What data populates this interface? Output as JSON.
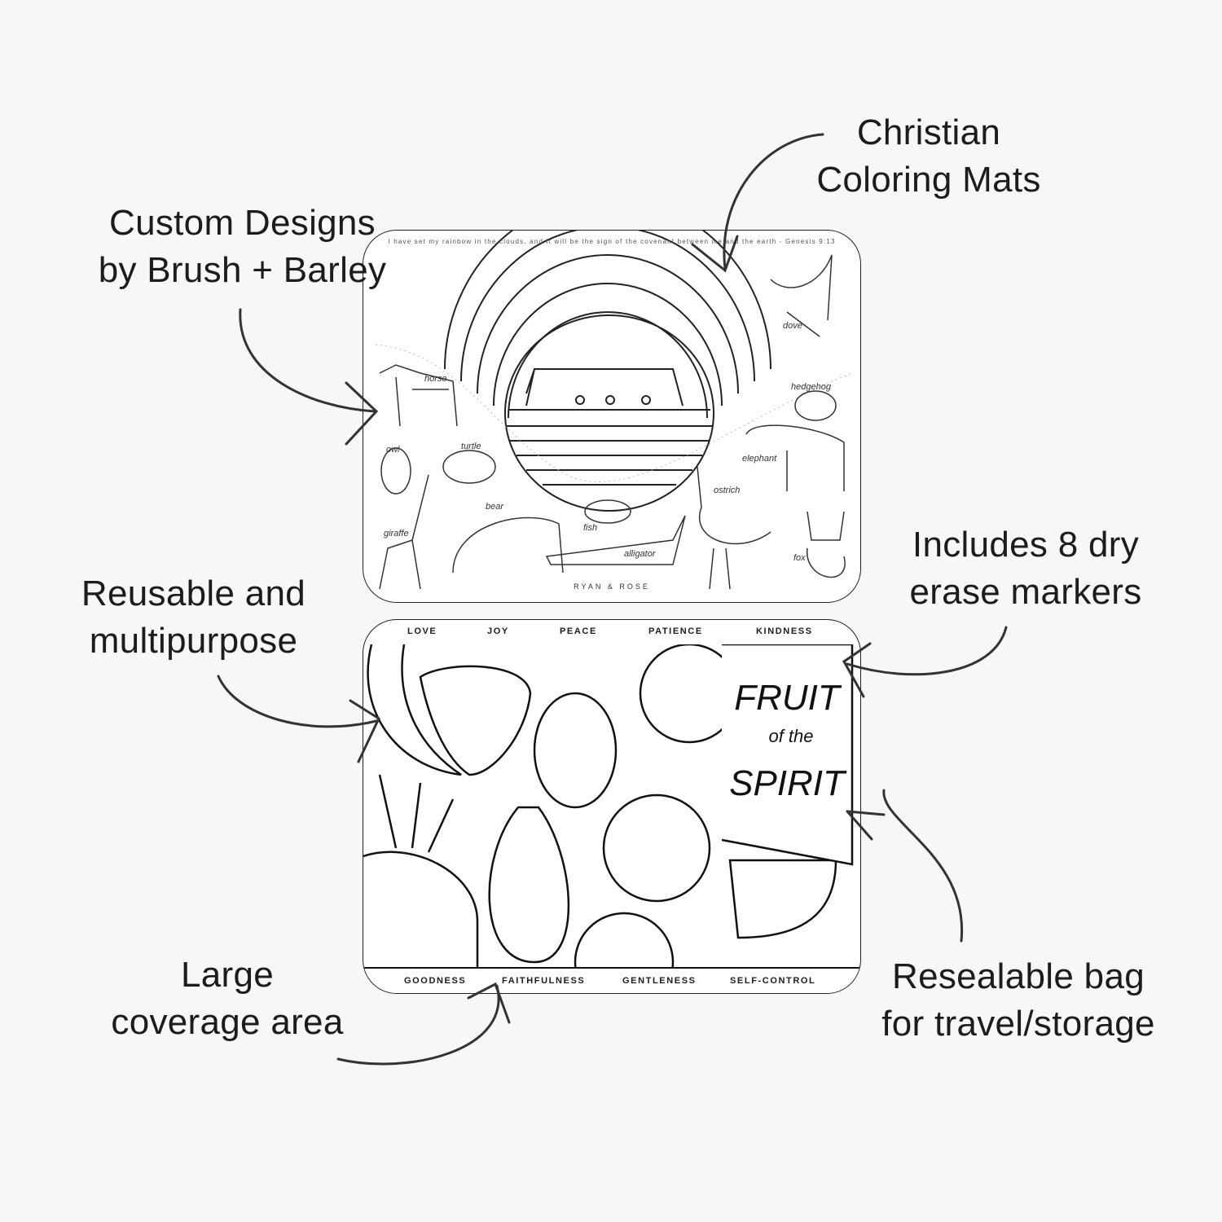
{
  "callouts": {
    "christian": [
      "Christian",
      "Coloring Mats"
    ],
    "custom": [
      "Custom Designs",
      "by Brush + Barley"
    ],
    "reusable": [
      "Reusable and",
      "multipurpose"
    ],
    "markers": [
      "Includes 8 dry",
      "erase markers"
    ],
    "large": [
      "Large",
      "coverage area"
    ],
    "bag": [
      "Resealable bag",
      "for travel/storage"
    ]
  },
  "mat_top": {
    "verse": "I have set my rainbow in the clouds, and it will be the sign of the covenant between me and the earth - Genesis 9:13",
    "animals": [
      "horse",
      "owl",
      "turtle",
      "giraffe",
      "bear",
      "fish",
      "alligator",
      "ostrich",
      "elephant",
      "hedgehog",
      "fox",
      "dove"
    ],
    "brand": "RYAN & ROSE"
  },
  "mat_bottom": {
    "top_virtues": [
      "LOVE",
      "JOY",
      "PEACE",
      "PATIENCE",
      "KINDNESS"
    ],
    "bottom_virtues": [
      "GOODNESS",
      "FAITHFULNESS",
      "GENTLENESS",
      "SELF-CONTROL"
    ],
    "title": [
      "FRUIT",
      "of the",
      "SPIRIT"
    ]
  }
}
